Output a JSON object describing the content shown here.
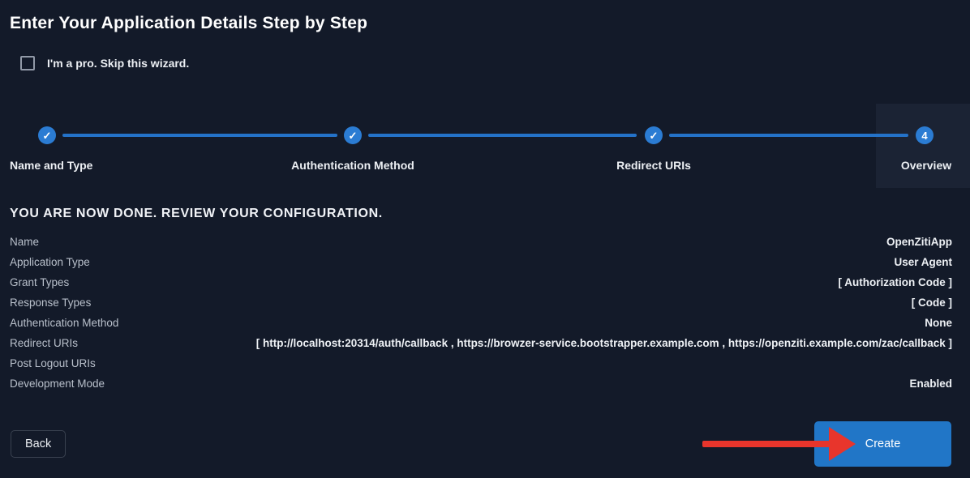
{
  "page": {
    "title": "Enter Your Application Details Step by Step"
  },
  "skip": {
    "label": "I'm a pro. Skip this wizard."
  },
  "stepper": {
    "steps": [
      {
        "label": "Name and Type",
        "state": "done",
        "icon": "check"
      },
      {
        "label": "Authentication Method",
        "state": "done",
        "icon": "check"
      },
      {
        "label": "Redirect URIs",
        "state": "done",
        "icon": "check"
      },
      {
        "label": "Overview",
        "state": "current",
        "number": "4"
      }
    ],
    "check_glyph": "✓"
  },
  "review": {
    "heading": "YOU ARE NOW DONE. REVIEW YOUR CONFIGURATION.",
    "rows": [
      {
        "label": "Name",
        "value": "OpenZitiApp"
      },
      {
        "label": "Application Type",
        "value": "User Agent"
      },
      {
        "label": "Grant Types",
        "value": "[ Authorization Code ]"
      },
      {
        "label": "Response Types",
        "value": "[ Code ]"
      },
      {
        "label": "Authentication Method",
        "value": "None"
      },
      {
        "label": "Redirect URIs",
        "value": "[ http://localhost:20314/auth/callback , https://browzer-service.bootstrapper.example.com , https://openziti.example.com/zac/callback ]"
      },
      {
        "label": "Post Logout URIs",
        "value": ""
      },
      {
        "label": "Development Mode",
        "value": "Enabled"
      }
    ]
  },
  "actions": {
    "back_label": "Back",
    "create_label": "Create"
  },
  "colors": {
    "background": "#131a29",
    "step_highlight": "#1b2334",
    "accent_blue": "#2b7cd3",
    "line_blue": "#2472c8",
    "create_button_blue": "#2176c7",
    "arrow_red": "#e8352c"
  }
}
